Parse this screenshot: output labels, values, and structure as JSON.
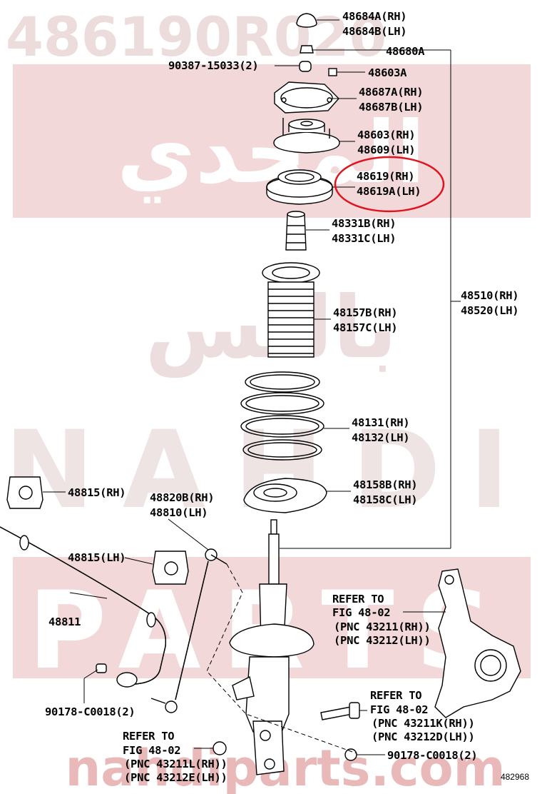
{
  "watermark": {
    "top_part_number": "486190R020",
    "arabic_1": "المحدي",
    "arabic_2": "بالتس",
    "word_1": "NAHDI",
    "word_2": "PARTS",
    "site": "nahdiparts.com",
    "band_color": "#e7b8b8",
    "highlight_color": "#e0141e"
  },
  "labels": {
    "p48684": {
      "rh": "48684A(RH)",
      "lh": "48684B(LH)"
    },
    "p48680": "48680A",
    "p90387": "90387-15033(2)",
    "p48603a": "48603A",
    "p48687": {
      "rh": "48687A(RH)",
      "lh": "48687B(LH)"
    },
    "p48603": {
      "rh": "48603(RH)",
      "lh": "48609(LH)"
    },
    "p48619": {
      "rh": "48619(RH)",
      "lh": "48619A(LH)"
    },
    "p48331": {
      "rh": "48331B(RH)",
      "lh": "48331C(LH)"
    },
    "p48510": {
      "rh": "48510(RH)",
      "lh": "48520(LH)"
    },
    "p48157": {
      "rh": "48157B(RH)",
      "lh": "48157C(LH)"
    },
    "p48131": {
      "rh": "48131(RH)",
      "lh": "48132(LH)"
    },
    "p48158": {
      "rh": "48158B(RH)",
      "lh": "48158C(LH)"
    },
    "p48815rh": "48815(RH)",
    "p48815lh": "48815(LH)",
    "p48820": {
      "rh": "48820B(RH)",
      "lh": "48810(LH)"
    },
    "p48811": "48811",
    "refer_knuckle": {
      "l1": "REFER TO",
      "l2": "FIG 48-02",
      "l3": "(PNC 43211(RH))",
      "l4": "(PNC 43212(LH))"
    },
    "refer_bolt": {
      "l1": "REFER TO",
      "l2": "FIG 48-02",
      "l3": "(PNC 43211K(RH))",
      "l4": "(PNC 43212D(LH))"
    },
    "refer_nut": {
      "l1": "REFER TO",
      "l2": "FIG 48-02",
      "l3": "(PNC 43211L(RH))",
      "l4": "(PNC 43212E(LH))"
    },
    "p90178_left": "90178-C0018(2)",
    "p90178_right": "90178-C0018(2)",
    "diagram_id": "482968"
  },
  "icons": [
    "strut-cap",
    "lock-nut",
    "dust-seal",
    "support-plate",
    "support-mount",
    "bearing",
    "bump-stopper",
    "boot",
    "coil-spring",
    "insulator",
    "shock-absorber",
    "steering-knuckle",
    "stabilizer-bushing",
    "stabilizer-bar",
    "stabilizer-link"
  ]
}
